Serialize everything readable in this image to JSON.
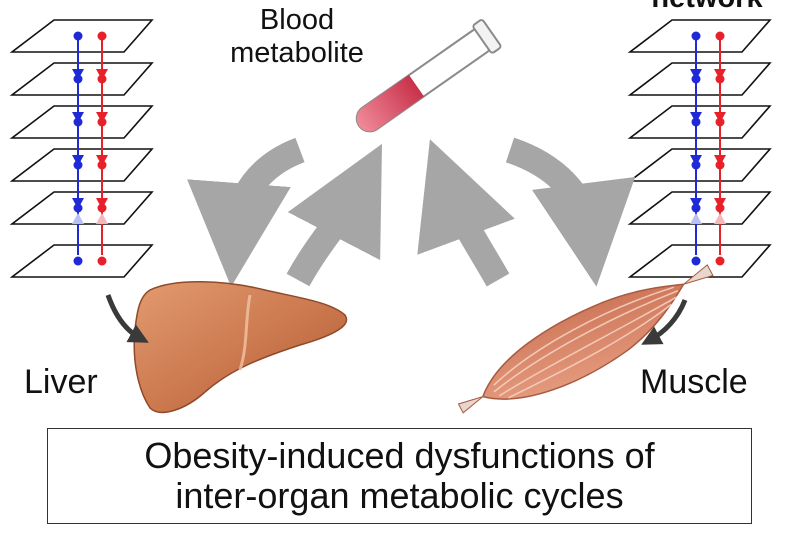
{
  "labels": {
    "blood_line1": "Blood",
    "blood_line2": "metabolite",
    "network_partial": "network",
    "liver": "Liver",
    "muscle": "Muscle"
  },
  "caption": {
    "line1": "Obesity-induced dysfunctions of",
    "line2": "inter-organ metabolic cycles"
  },
  "colors": {
    "blue_node": "#1f2ad6",
    "red_node": "#e8202a",
    "cycle_arrow": "#a6a6a6",
    "liver": "#c8744a",
    "muscle": "#d98a6c",
    "blood": "#d9455c"
  }
}
